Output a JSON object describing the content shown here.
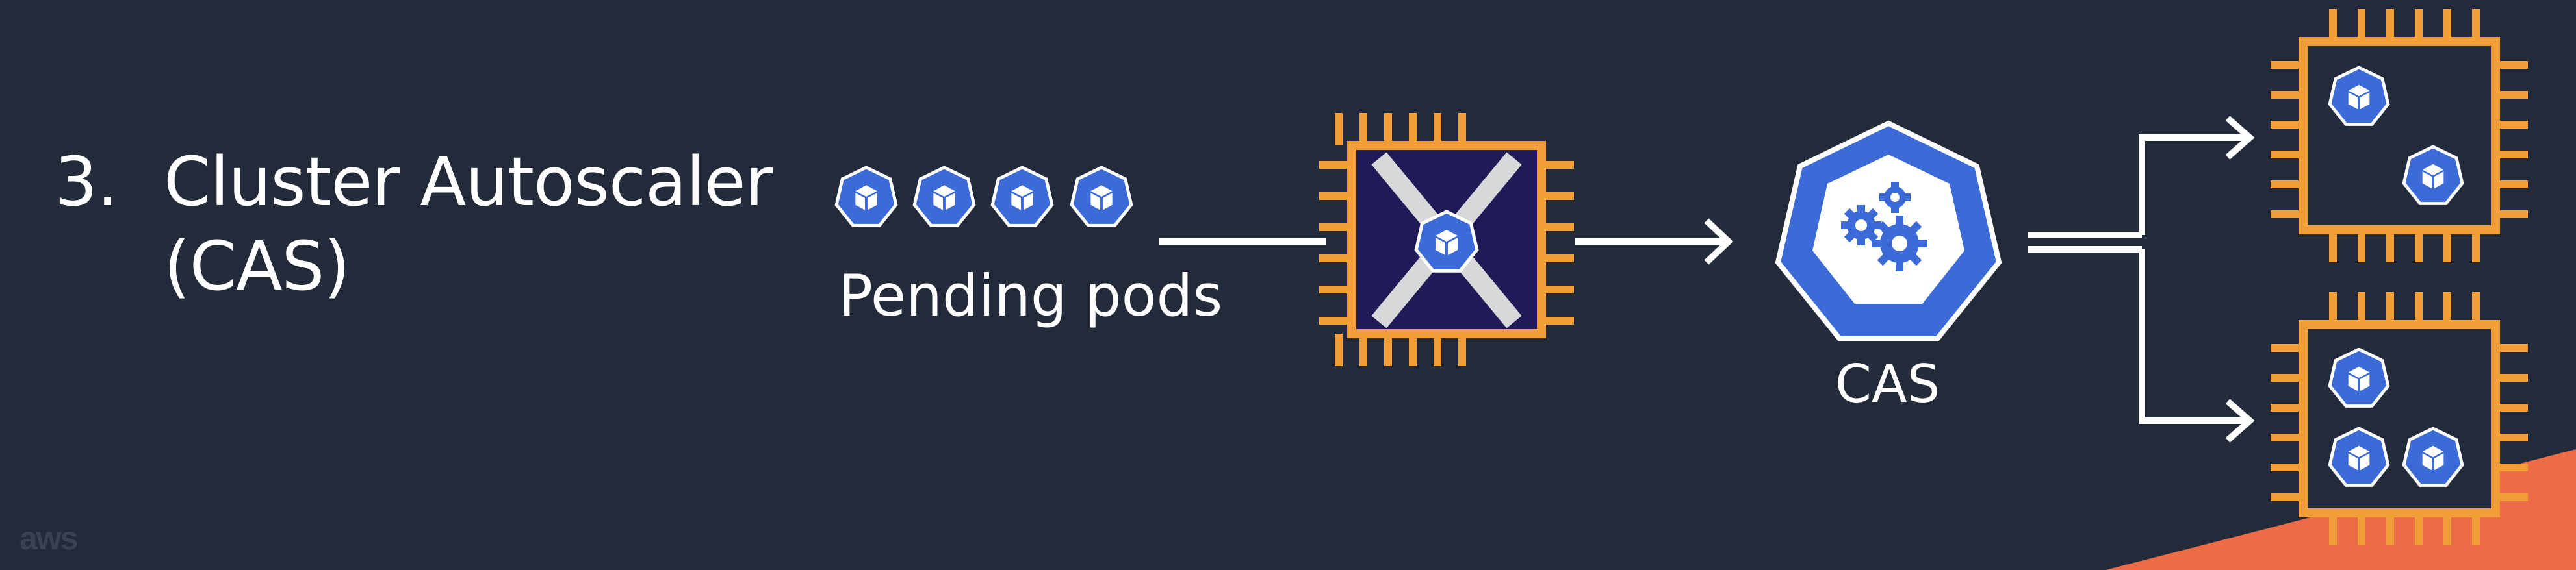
{
  "slide": {
    "list_number": "3.",
    "title_line1": "Cluster Autoscaler",
    "title_line2": "(CAS)",
    "pending_label": "Pending pods",
    "cas_label": "CAS",
    "watermark": "aws"
  },
  "colors": {
    "background": "#232b3a",
    "node_orange": "#f19e38",
    "node_fill_blocked": "#1f1b57",
    "pod_blue": "#3c6bd8",
    "accent_triangle": "#ec6d45",
    "text": "#ffffff"
  },
  "icons": {
    "pod": "kubernetes-pod-icon",
    "node": "compute-node-chip-icon",
    "cas": "kubernetes-gear-icon",
    "blocked": "x-mark-icon"
  },
  "diagram": {
    "pending_pod_count": 4,
    "new_node_top_pods": 2,
    "new_node_bottom_pods": 3
  }
}
